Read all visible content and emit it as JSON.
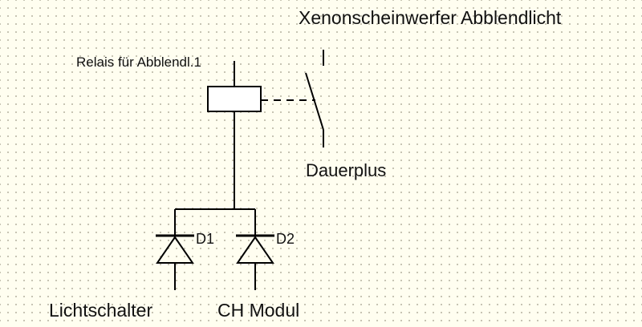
{
  "diagram": {
    "title": "Xenonscheinwerfer Abblendlicht",
    "relay_label": "Relais für Abblendl.1",
    "switch_label": "Dauerplus",
    "diodes": [
      {
        "label": "D1",
        "input": "Lichtschalter"
      },
      {
        "label": "D2",
        "input": "CH Modul"
      }
    ]
  },
  "colors": {
    "background": "#fffef0",
    "grid_dots": "#b9b6a4",
    "lines": "#000000"
  }
}
